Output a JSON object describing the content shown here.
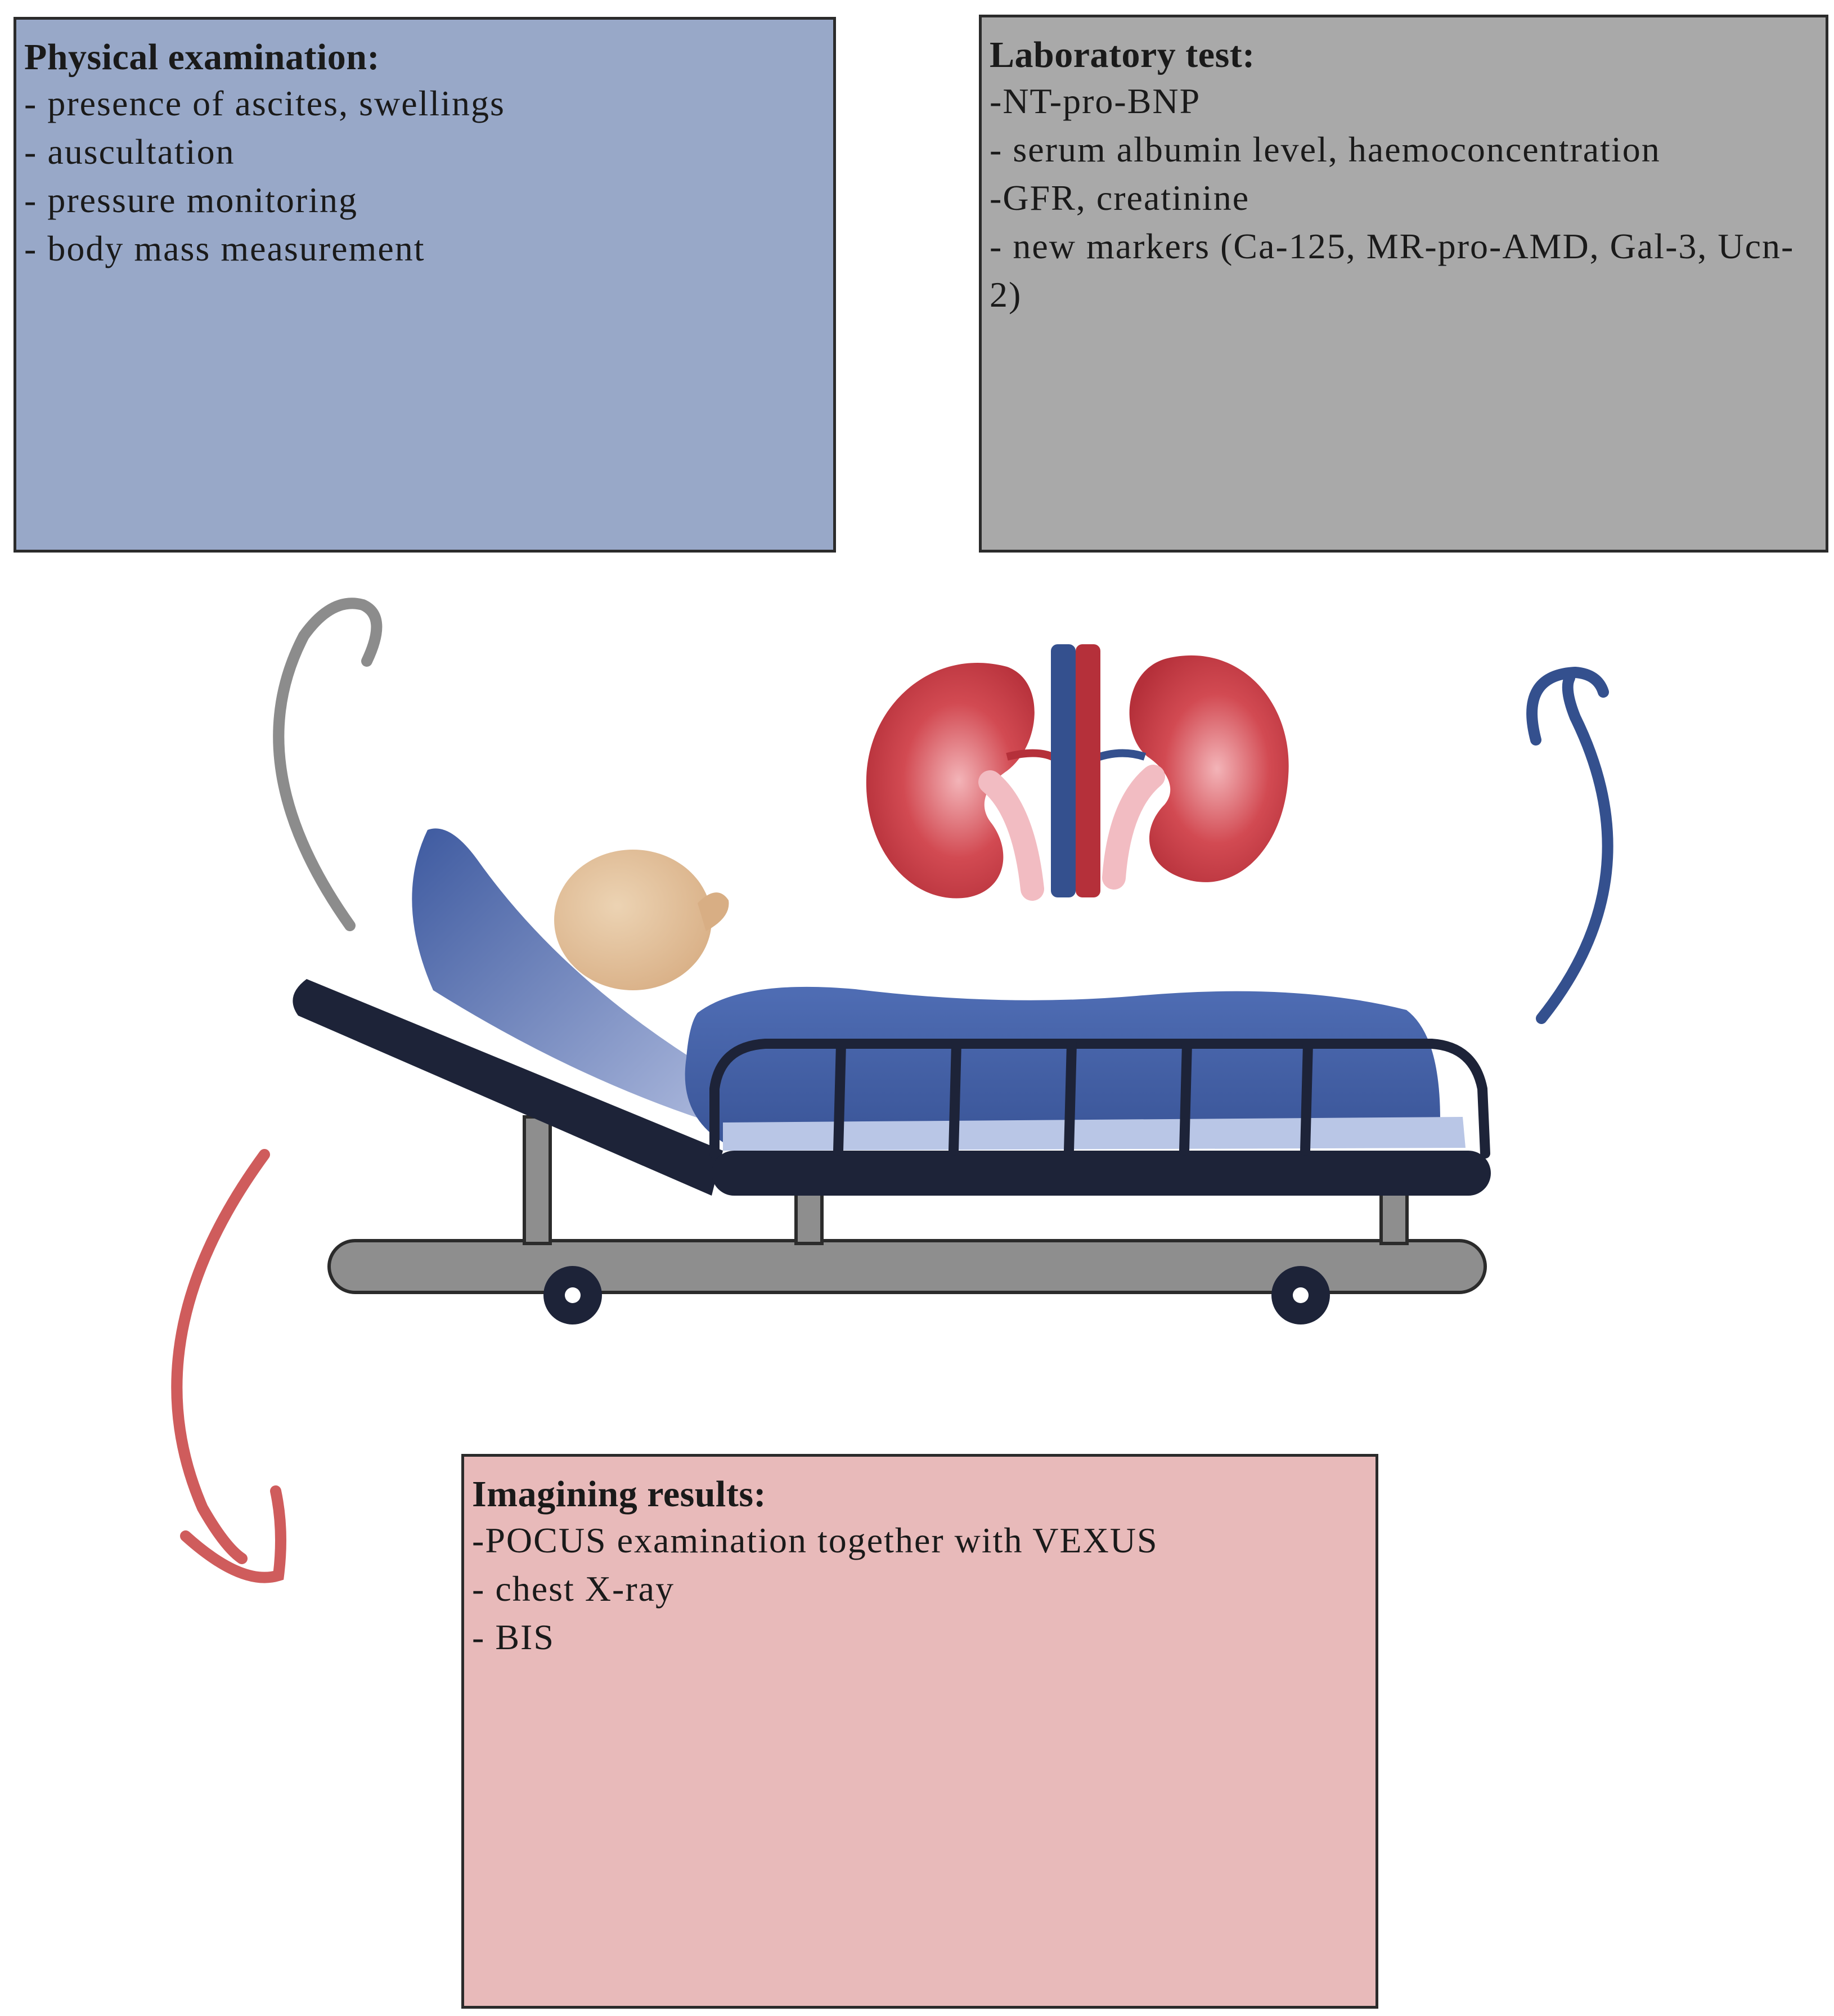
{
  "physical_examination": {
    "title": "Physical examination:",
    "items": [
      "- presence of ascites, swellings",
      "- auscultation",
      "- pressure monitoring",
      "- body mass measurement"
    ]
  },
  "laboratory_test": {
    "title": "Laboratory test:",
    "items": [
      "-NT-pro-BNP",
      "- serum albumin level, haemoconcentration",
      "-GFR, creatinine",
      "- new markers (Ca-125, MR-pro-AMD, Gal-3, Ucn-2)"
    ]
  },
  "imaging_results": {
    "title": "Imagining results:",
    "items": [
      "-POCUS examination together with VEXUS",
      "- chest X-ray",
      "- BIS"
    ]
  },
  "colors": {
    "physical_box": "#98a8c8",
    "laboratory_box": "#a9a9a9",
    "imaging_box": "#e8baba",
    "arrow_gray": "#8c8c8c",
    "arrow_blue": "#34508e",
    "arrow_red": "#cf5c5c",
    "kidney_red": "#c23a44",
    "blanket_blue": "#3f5fa6",
    "bed_frame": "#1d2338",
    "bed_base": "#8e8e8e",
    "head_skin": "#e2bf98"
  },
  "icons": [
    "gray-arrow-icon",
    "blue-arrow-icon",
    "red-arrow-icon",
    "kidneys-icon",
    "patient-icon",
    "hospital-bed-icon"
  ]
}
